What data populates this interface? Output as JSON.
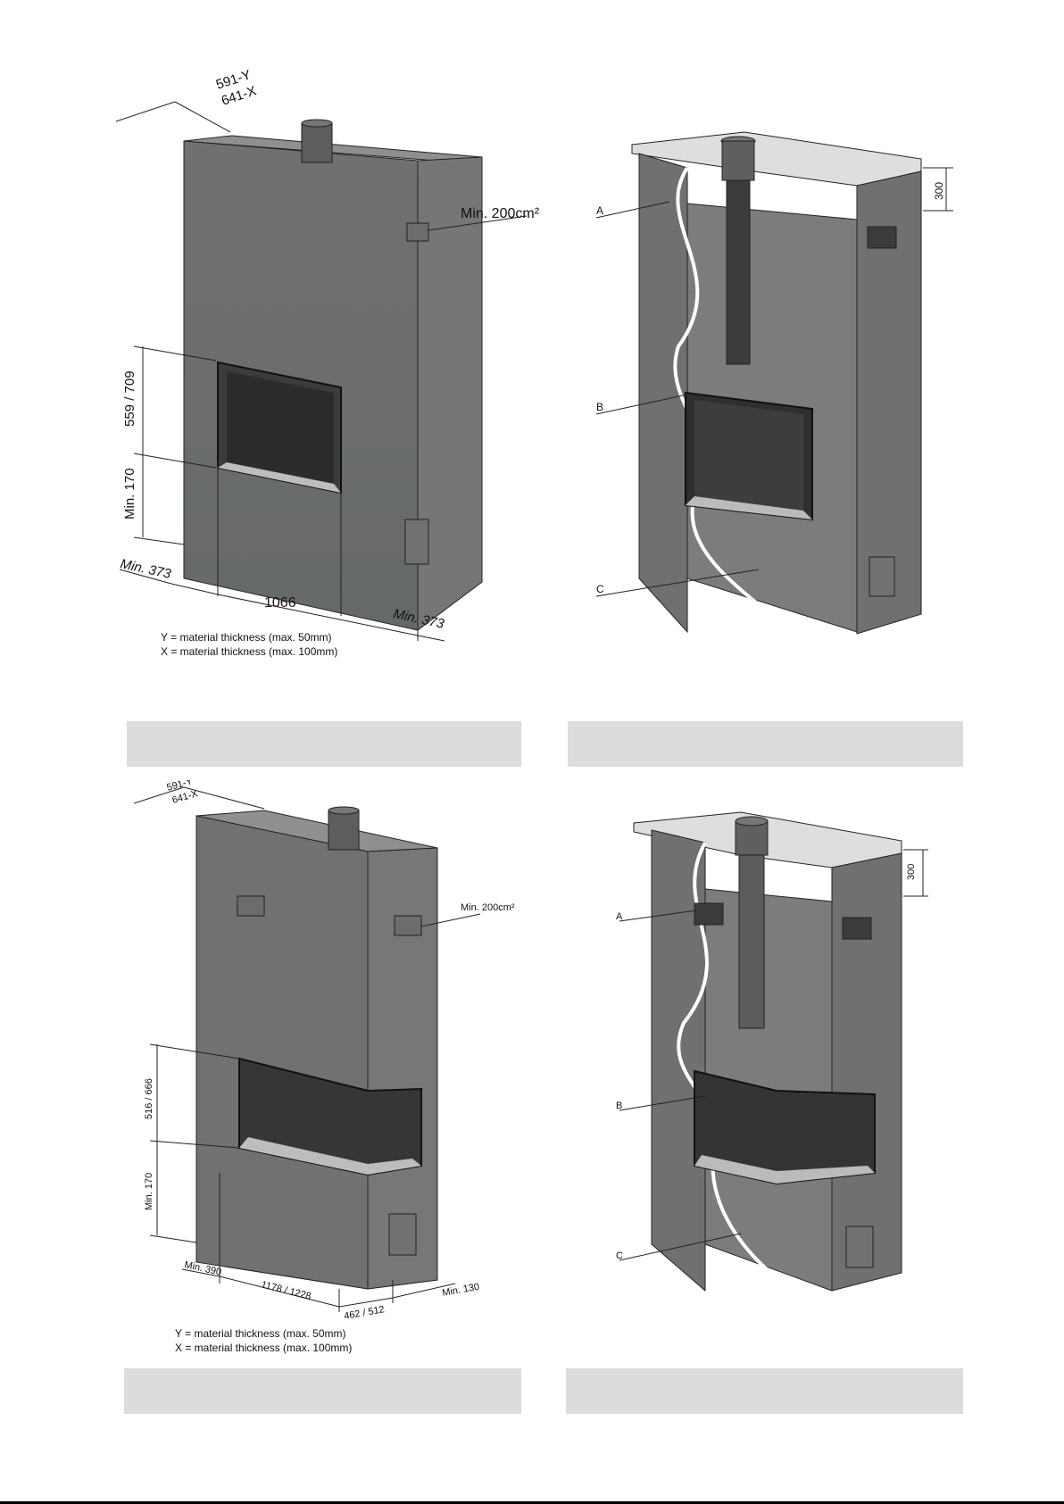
{
  "figures": [
    {
      "id": "front-dims",
      "dims": {
        "depth_y": "591-Y",
        "depth_x": "641-X",
        "vent": "Min. 200cm²",
        "opening_height": "559 / 709",
        "base_height": "Min. 170",
        "left_clear": "Min. 373",
        "width": "1066",
        "right_clear": "Min. 373"
      },
      "notes": [
        "Y = material thickness (max. 50mm)",
        "X = material thickness (max. 100mm)"
      ]
    },
    {
      "id": "front-section",
      "labels": {
        "a": "A",
        "b": "B",
        "c": "C",
        "top": "300"
      }
    },
    {
      "id": "corner-dims",
      "dims": {
        "depth_y": "591-Y",
        "depth_x": "641-X",
        "vent": "Min. 200cm²",
        "opening_height": "516 / 666",
        "base_height": "Min. 170",
        "left_clear": "Min. 390",
        "width": "1178 / 1228",
        "side_width": "462 / 512",
        "right_clear": "Min. 130"
      },
      "notes": [
        "Y = material thickness (max. 50mm)",
        "X = material thickness (max. 100mm)"
      ]
    },
    {
      "id": "corner-section",
      "labels": {
        "a": "A",
        "b": "B",
        "c": "C",
        "top": "300"
      }
    }
  ]
}
